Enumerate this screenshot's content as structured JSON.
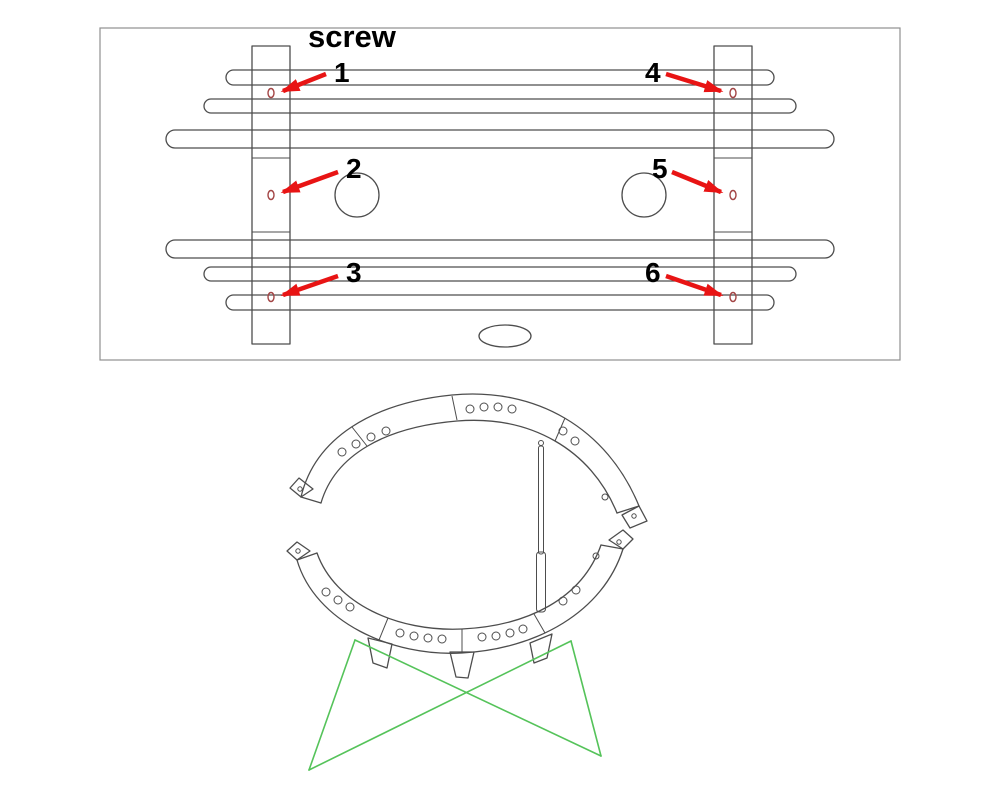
{
  "colors": {
    "arrow_red": "#e81414",
    "hole_red": "#a34545",
    "stand_green": "#55c35a",
    "drawing_line": "#4d4d4d",
    "border_gray": "#8f8f8f",
    "label_black": "#000000"
  },
  "top_view": {
    "heading": "screw",
    "callouts": [
      {
        "number": "1"
      },
      {
        "number": "2"
      },
      {
        "number": "3"
      },
      {
        "number": "4"
      },
      {
        "number": "5"
      },
      {
        "number": "6"
      }
    ]
  }
}
